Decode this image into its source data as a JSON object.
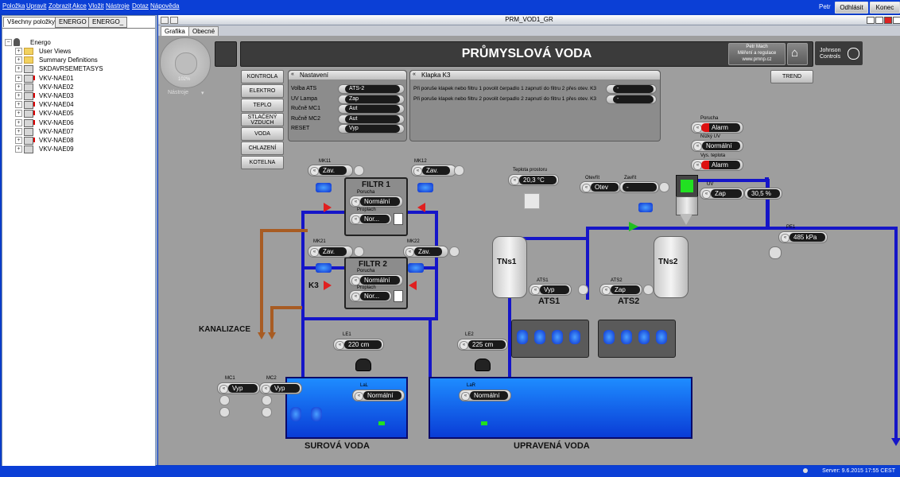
{
  "menu": [
    "Položka",
    "Upravit",
    "Zobrazit",
    "Akce",
    "Vložit",
    "Nástroje",
    "Dotaz",
    "Nápověda"
  ],
  "user": "Petr",
  "logout": "Odhlásit",
  "exit": "Konec",
  "left_tabs": [
    "Všechny položky",
    "ENERGO",
    "ENERGO_"
  ],
  "tree": {
    "root": "Energo",
    "items": [
      "User Views",
      "Summary Definitions",
      "SKDAVRSEMETASYS",
      "VKV-NAE01",
      "VKV-NAE02",
      "VKV-NAE03",
      "VKV-NAE04",
      "VKV-NAE05",
      "VKV-NAE06",
      "VKV-NAE07",
      "VKV-NAE08",
      "VKV-NAE09"
    ]
  },
  "window_title": "PRM_VOD1_GR",
  "view_tabs": [
    "Grafika",
    "Obecné"
  ],
  "zoom": "102%",
  "tools_label": "Nástroje",
  "header": {
    "title": "PRŮMYSLOVÁ VODA",
    "credit_line1": "Petr Mach",
    "credit_line2": "Měření a regulace",
    "credit_line3": "www.pmnp.cz",
    "brand1": "Johnson",
    "brand2": "Controls"
  },
  "nav": [
    "KONTROLA",
    "ELEKTRO",
    "TEPLO",
    "STLAČENÝ VZDUCH",
    "VODA",
    "CHLAZENÍ",
    "KOTELNA"
  ],
  "trend": "TREND",
  "settings": {
    "title": "Nastavení",
    "rows": [
      {
        "label": "Volba ATS",
        "value": "ATS-2"
      },
      {
        "label": "UV Lampa",
        "value": "Zap"
      },
      {
        "label": "Ručně MC1",
        "value": "Aut"
      },
      {
        "label": "Ručně MC2",
        "value": "Aut"
      },
      {
        "label": "RESET",
        "value": "Vyp"
      }
    ]
  },
  "k3": {
    "title": "Klapka K3",
    "rows": [
      {
        "label": "Při poruše klapek nebo filtru 1 povolit čerpadlo 1 zapnutí do filtru 2 přes otev. K3",
        "value": "-"
      },
      {
        "label": "Při poruše klapek nebo filtru 2 povolit čerpadlo 2 zapnutí do filtru 1 přes otev. K3",
        "value": "-"
      }
    ]
  },
  "filter1": {
    "title": "FILTR 1",
    "fault_label": "Porucha",
    "fault": "Normální",
    "flush_label": "Proplach",
    "flush": "Nor..."
  },
  "filter2": {
    "title": "FILTR 2",
    "fault_label": "Porucha",
    "fault": "Normální",
    "flush_label": "Proplach",
    "flush": "Nor..."
  },
  "valves": {
    "mk11": {
      "label": "MK11",
      "value": "Zav."
    },
    "mk12": {
      "label": "MK12",
      "value": "Zav."
    },
    "mk21": {
      "label": "MK21",
      "value": "Zav."
    },
    "mk22": {
      "label": "MK22",
      "value": "Zav."
    }
  },
  "k3_label": "K3",
  "kanalizace": "KANALIZACE",
  "room_temp": {
    "label": "Teplota prostoru",
    "value": "20,3 °C"
  },
  "valve_oz": {
    "open_label": "Otevřít",
    "open": "Otev",
    "close_label": "Zavřít",
    "close": "-"
  },
  "uv": {
    "fault_label": "Porucha",
    "fault": "Alarm",
    "low_label": "Nízký UV",
    "low": "Normální",
    "temp_label": "Vys. teplota",
    "temp": "Alarm",
    "uv_label": "UV",
    "uv": "Zap",
    "pct": "30,5 %"
  },
  "pe1": {
    "label": "PE1",
    "value": "485 kPa"
  },
  "tanks": {
    "tns1": "TNs1",
    "tns2": "TNs2"
  },
  "ats1": {
    "label": "ATS1",
    "value": "Vyp",
    "big": "ATS1"
  },
  "ats2": {
    "label": "ATS2",
    "value": "Zap",
    "big": "ATS2"
  },
  "le1": {
    "label": "LE1",
    "value": "220 cm"
  },
  "le2": {
    "label": "LE2",
    "value": "225 cm"
  },
  "lal": {
    "label": "LaL",
    "value": "Normální"
  },
  "lar": {
    "label": "LaR",
    "value": "Normální"
  },
  "mc1": {
    "label": "MC1",
    "value": "Vyp"
  },
  "mc2": {
    "label": "MC2",
    "value": "Vyp"
  },
  "raw_water": "SUROVÁ VODA",
  "treated_water": "UPRAVENÁ VODA",
  "server": "Server: 9.6.2015 17:55 CEST"
}
